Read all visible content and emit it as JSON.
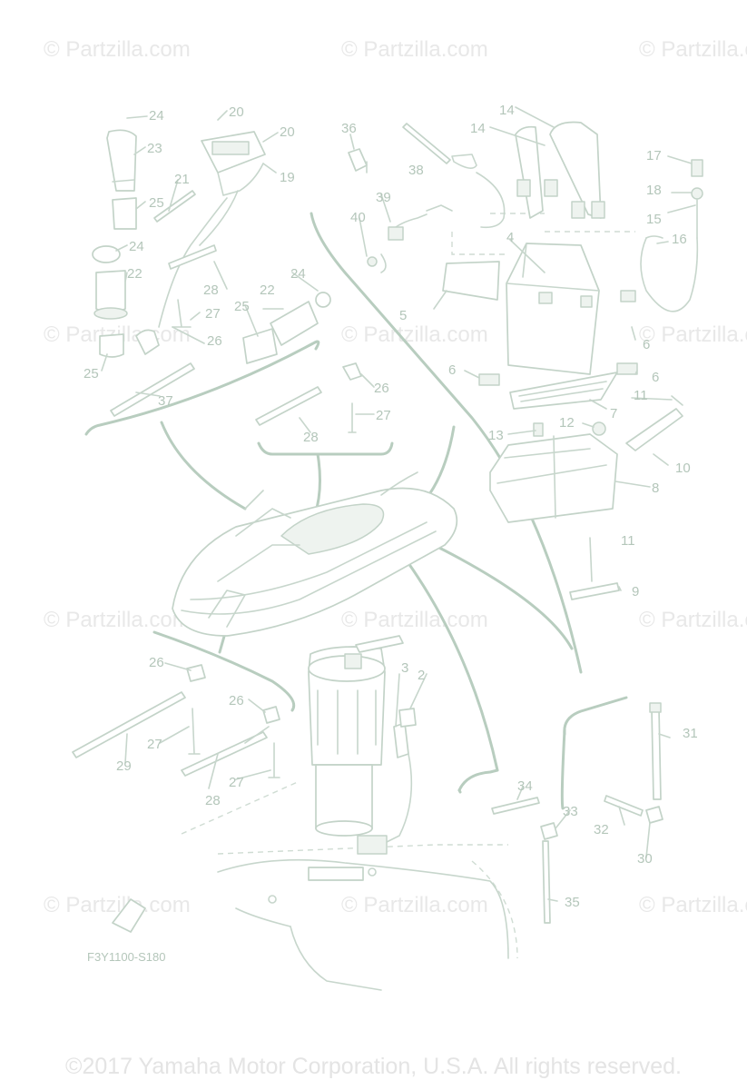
{
  "watermark_text": "© Partzilla.com",
  "diagram_code": "F3Y1100-S180",
  "copyright": "©2017 Yamaha Motor Corporation, U.S.A. All rights reserved.",
  "callouts": {
    "n2": "2",
    "n3": "3",
    "n4": "4",
    "n5": "5",
    "n6a": "6",
    "n6b": "6",
    "n6c": "6",
    "n7": "7",
    "n8": "8",
    "n9": "9",
    "n10": "10",
    "n11a": "11",
    "n11b": "11",
    "n12": "12",
    "n13": "13",
    "n14a": "14",
    "n14b": "14",
    "n15": "15",
    "n16": "16",
    "n17": "17",
    "n18": "18",
    "n19": "19",
    "n20a": "20",
    "n20b": "20",
    "n21": "21",
    "n22a": "22",
    "n22b": "22",
    "n23": "23",
    "n24a": "24",
    "n24b": "24",
    "n24c": "24",
    "n25a": "25",
    "n25b": "25",
    "n25c": "25",
    "n26a": "26",
    "n26b": "26",
    "n26c": "26",
    "n26d": "26",
    "n27a": "27",
    "n27b": "27",
    "n27c": "27",
    "n27d": "27",
    "n28a": "28",
    "n28b": "28",
    "n28c": "28",
    "n29": "29",
    "n30": "30",
    "n31": "31",
    "n32": "32",
    "n33": "33",
    "n34": "34",
    "n35": "35",
    "n36": "36",
    "n37": "37",
    "n38": "38",
    "n39": "39",
    "n40": "40"
  },
  "colors": {
    "line": "#b8cdbf",
    "label": "#b4c6ba",
    "watermark": "#e8e8e8"
  }
}
